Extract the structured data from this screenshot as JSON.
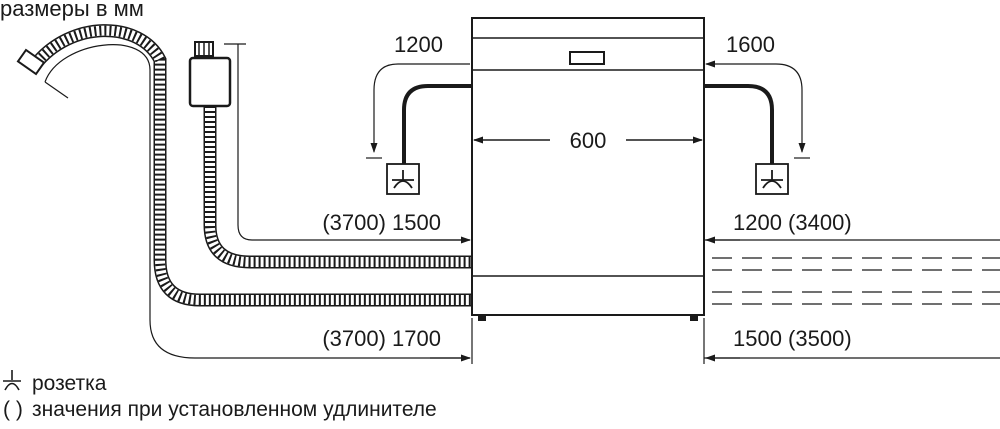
{
  "title": "размеры в мм",
  "dimensions": {
    "left_corner_hose": "1200",
    "right_corner_hose": "1600",
    "width": "600",
    "left_upper": "(3700) 1500",
    "right_upper": "1200 (3400)",
    "left_lower": "(3700) 1700",
    "right_lower": "1500 (3500)"
  },
  "legend": {
    "socket_label": "розетка",
    "brackets_symbol": "( )",
    "brackets_label": "значения при установленном удлинителе"
  },
  "icons": {
    "socket": "socket-icon",
    "arrow": "arrow-icon"
  }
}
